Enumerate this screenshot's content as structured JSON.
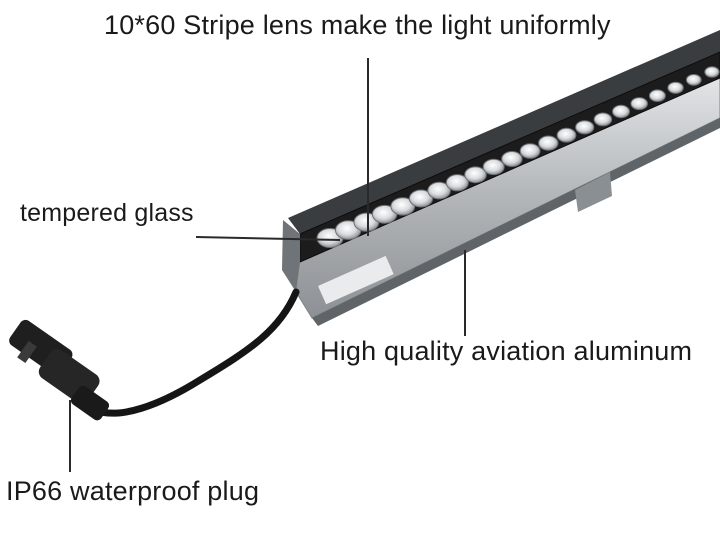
{
  "callouts": {
    "lens": "10*60 Stripe lens make the light uniformly",
    "glass": "tempered glass",
    "aluminum": "High quality aviation aluminum",
    "plug": "IP66 waterproof plug"
  },
  "colors": {
    "background": "#ffffff",
    "housing": "#b8bcbf",
    "lens_face": "#1c1c1c",
    "led": "#d7dadc",
    "cable": "#151515",
    "leader_line": "#2a2a2a"
  },
  "led_count": 22
}
